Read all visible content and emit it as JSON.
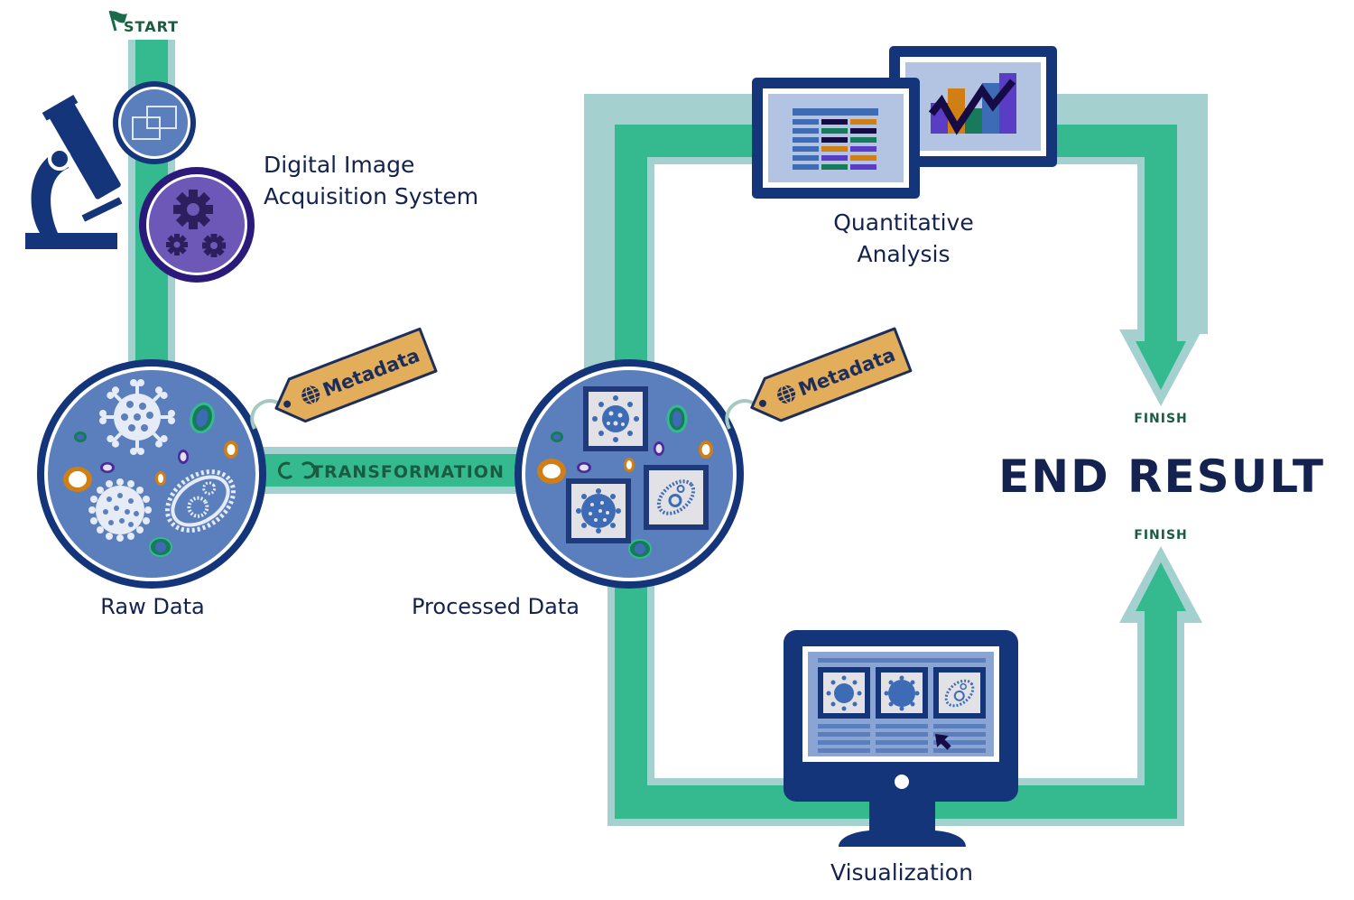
{
  "colors": {
    "path_inner": "#35b98f",
    "path_outer": "#a4d1cf",
    "navy": "#14357a",
    "dark_navy": "#13224e",
    "circle_fill": "#5b7fbc",
    "purple_fill": "#6d58b8",
    "purple_ring": "#2b1a7a",
    "tag_fill": "#e2ae5c",
    "tag_outline": "#1e2e5a",
    "label_green": "#1a5c41",
    "orange": "#cf7f14",
    "teal_dark": "#177a5a",
    "light_cell": "#e2e2e6",
    "screen_bg": "#b3c4e2"
  },
  "start": {
    "label": "START",
    "icon": "flag-icon"
  },
  "acquisition": {
    "title_line1": "Digital Image",
    "title_line2": "Acquisition System",
    "icons": [
      "microscope-icon",
      "image-frames-icon",
      "gears-icon"
    ]
  },
  "raw_data": {
    "label": "Raw Data",
    "tag": "Metadata",
    "tag_icon": "globe-icon"
  },
  "transformation": {
    "label": "TRANSFORMATION",
    "icon": "cycle-arrows-icon"
  },
  "processed_data": {
    "label": "Processed Data",
    "tag": "Metadata",
    "tag_icon": "globe-icon"
  },
  "quantitative": {
    "title_line1": "Quantitative",
    "title_line2": "Analysis",
    "icons": [
      "table-screen-icon",
      "chart-screen-icon"
    ]
  },
  "visualization": {
    "label": "Visualization",
    "icon": "monitor-icon"
  },
  "end": {
    "finish_top": "FINISH",
    "finish_bottom": "FINISH",
    "title": "END RESULT"
  }
}
